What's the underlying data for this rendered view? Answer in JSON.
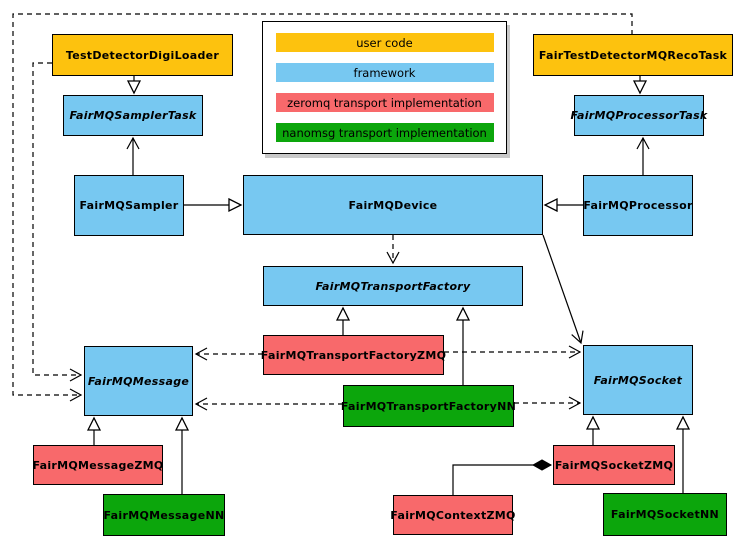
{
  "diagram": {
    "kind": "uml-class-diagram",
    "subject": "FairMQ framework class hierarchy"
  },
  "legend": {
    "items": [
      {
        "label": "user code",
        "color": "#FDC20E"
      },
      {
        "label": "framework",
        "color": "#77C8F1"
      },
      {
        "label": "zeromq transport implementation",
        "color": "#F8696B"
      },
      {
        "label": "nanomsg transport implementation",
        "color": "#0CA60C"
      }
    ]
  },
  "nodes": [
    {
      "id": "TestDetectorDigiLoader",
      "label": "TestDetectorDigiLoader",
      "category": "user code",
      "abstract": false
    },
    {
      "id": "FairTestDetectorMQRecoTask",
      "label": "FairTestDetectorMQRecoTask",
      "category": "user code",
      "abstract": false
    },
    {
      "id": "FairMQSamplerTask",
      "label": "FairMQSamplerTask",
      "category": "framework",
      "abstract": true
    },
    {
      "id": "FairMQProcessorTask",
      "label": "FairMQProcessorTask",
      "category": "framework",
      "abstract": true
    },
    {
      "id": "FairMQSampler",
      "label": "FairMQSampler",
      "category": "framework",
      "abstract": false
    },
    {
      "id": "FairMQDevice",
      "label": "FairMQDevice",
      "category": "framework",
      "abstract": false
    },
    {
      "id": "FairMQProcessor",
      "label": "FairMQProcessor",
      "category": "framework",
      "abstract": false
    },
    {
      "id": "FairMQTransportFactory",
      "label": "FairMQTransportFactory",
      "category": "framework",
      "abstract": true
    },
    {
      "id": "FairMQTransportFactoryZMQ",
      "label": "FairMQTransportFactoryZMQ",
      "category": "zeromq",
      "abstract": false
    },
    {
      "id": "FairMQTransportFactoryNN",
      "label": "FairMQTransportFactoryNN",
      "category": "nanomsg",
      "abstract": false
    },
    {
      "id": "FairMQMessage",
      "label": "FairMQMessage",
      "category": "framework",
      "abstract": true
    },
    {
      "id": "FairMQSocket",
      "label": "FairMQSocket",
      "category": "framework",
      "abstract": true
    },
    {
      "id": "FairMQMessageZMQ",
      "label": "FairMQMessageZMQ",
      "category": "zeromq",
      "abstract": false
    },
    {
      "id": "FairMQMessageNN",
      "label": "FairMQMessageNN",
      "category": "nanomsg",
      "abstract": false
    },
    {
      "id": "FairMQSocketZMQ",
      "label": "FairMQSocketZMQ",
      "category": "zeromq",
      "abstract": false
    },
    {
      "id": "FairMQContextZMQ",
      "label": "FairMQContextZMQ",
      "category": "zeromq",
      "abstract": false
    },
    {
      "id": "FairMQSocketNN",
      "label": "FairMQSocketNN",
      "category": "nanomsg",
      "abstract": false
    }
  ],
  "edges": [
    {
      "from": "TestDetectorDigiLoader",
      "to": "FairMQSamplerTask",
      "type": "inheritance"
    },
    {
      "from": "FairTestDetectorMQRecoTask",
      "to": "FairMQProcessorTask",
      "type": "inheritance"
    },
    {
      "from": "FairMQSampler",
      "to": "FairMQDevice",
      "type": "inheritance"
    },
    {
      "from": "FairMQProcessor",
      "to": "FairMQDevice",
      "type": "inheritance"
    },
    {
      "from": "FairMQTransportFactoryZMQ",
      "to": "FairMQTransportFactory",
      "type": "inheritance"
    },
    {
      "from": "FairMQTransportFactoryNN",
      "to": "FairMQTransportFactory",
      "type": "inheritance"
    },
    {
      "from": "FairMQMessageZMQ",
      "to": "FairMQMessage",
      "type": "inheritance"
    },
    {
      "from": "FairMQMessageNN",
      "to": "FairMQMessage",
      "type": "inheritance"
    },
    {
      "from": "FairMQSocketZMQ",
      "to": "FairMQSocket",
      "type": "inheritance"
    },
    {
      "from": "FairMQSocketNN",
      "to": "FairMQSocket",
      "type": "inheritance"
    },
    {
      "from": "FairMQSampler",
      "to": "FairMQSamplerTask",
      "type": "association"
    },
    {
      "from": "FairMQProcessor",
      "to": "FairMQProcessorTask",
      "type": "association"
    },
    {
      "from": "FairMQDevice",
      "to": "FairMQSocket",
      "type": "association"
    },
    {
      "from": "FairMQDevice",
      "to": "FairMQTransportFactory",
      "type": "dependency"
    },
    {
      "from": "FairMQTransportFactoryZMQ",
      "to": "FairMQMessage",
      "type": "dependency"
    },
    {
      "from": "FairMQTransportFactoryZMQ",
      "to": "FairMQSocket",
      "type": "dependency"
    },
    {
      "from": "FairMQTransportFactoryNN",
      "to": "FairMQMessage",
      "type": "dependency"
    },
    {
      "from": "FairMQTransportFactoryNN",
      "to": "FairMQSocket",
      "type": "dependency"
    },
    {
      "from": "FairTestDetectorMQRecoTask",
      "to": "FairMQMessage",
      "type": "dependency"
    },
    {
      "from": "TestDetectorDigiLoader",
      "to": "FairMQMessage",
      "type": "dependency"
    },
    {
      "from": "FairMQSocketZMQ",
      "to": "FairMQContextZMQ",
      "type": "composition"
    }
  ]
}
